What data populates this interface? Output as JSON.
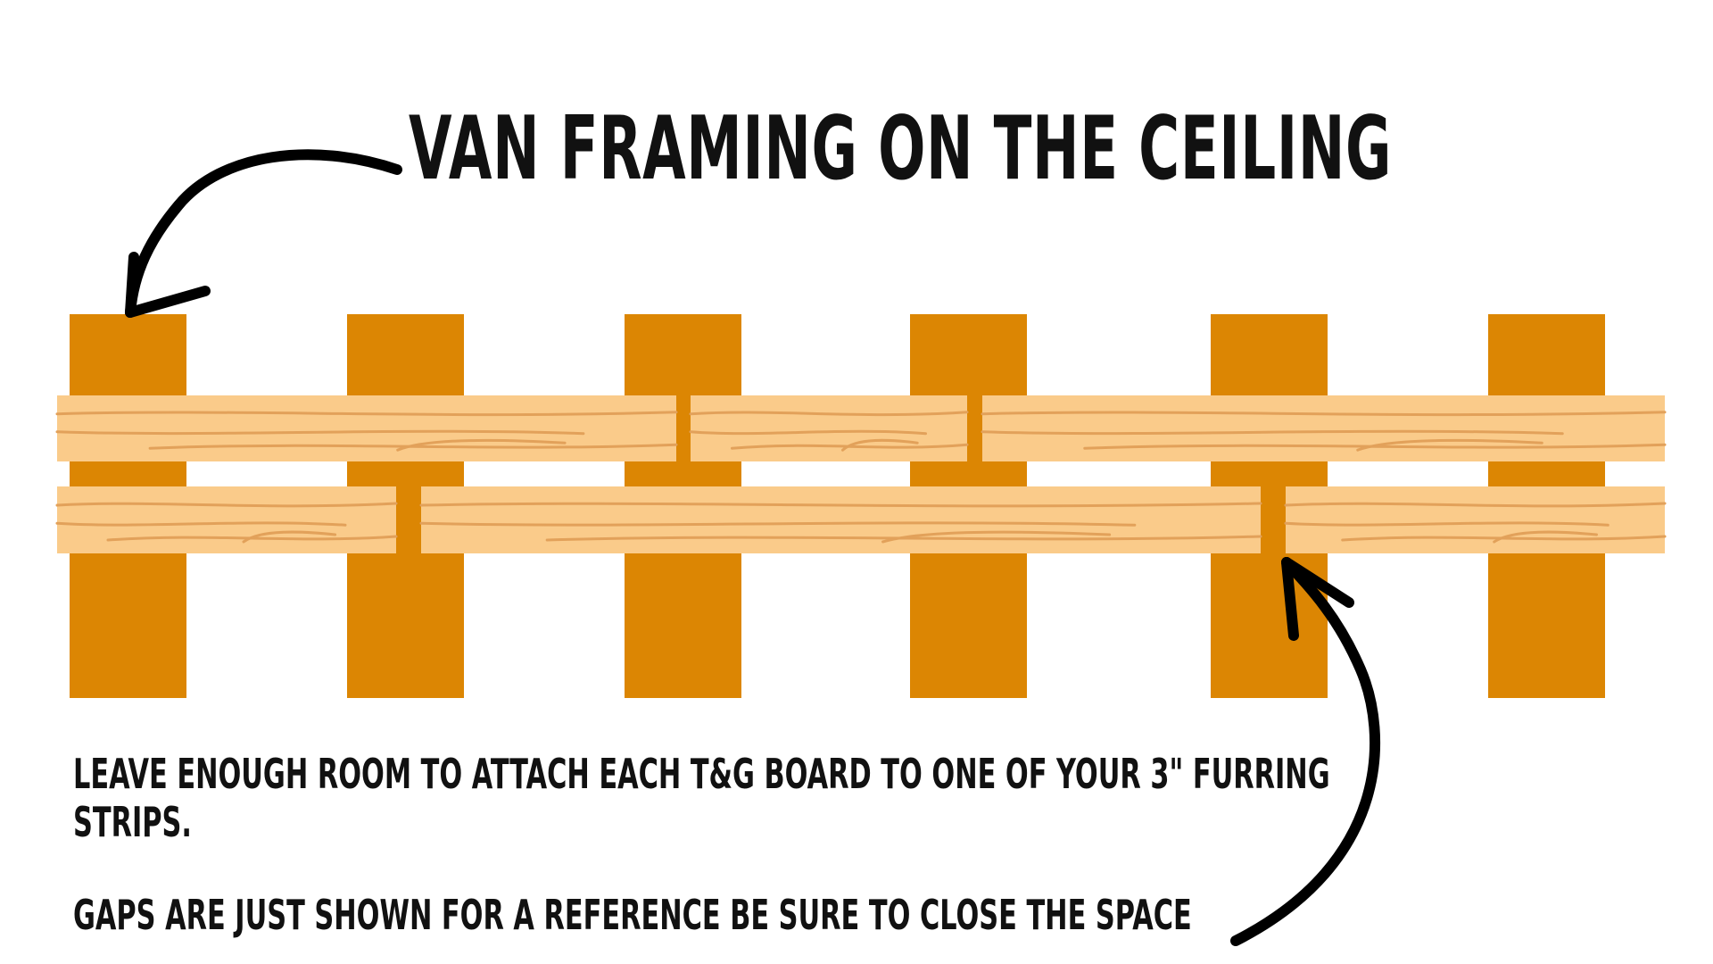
{
  "title": "VAN FRAMING ON THE CEILING",
  "notes": {
    "line1": "LEAVE ENOUGH ROOM TO ATTACH EACH T&G BOARD TO ONE OF YOUR 3\" FURRING",
    "line2": "STRIPS.",
    "line3": "GAPS ARE JUST SHOWN FOR A REFERENCE BE SURE TO CLOSE THE SPACE"
  },
  "colors": {
    "furring_strip": "#DC8603",
    "board_face": "#FACB8A",
    "wood_grain": "#E2A15A",
    "arrow": "#000000",
    "text": "#111111"
  },
  "icons": {
    "top_arrow": "curved-arrow-icon",
    "bottom_arrow": "curved-arrow-icon"
  }
}
